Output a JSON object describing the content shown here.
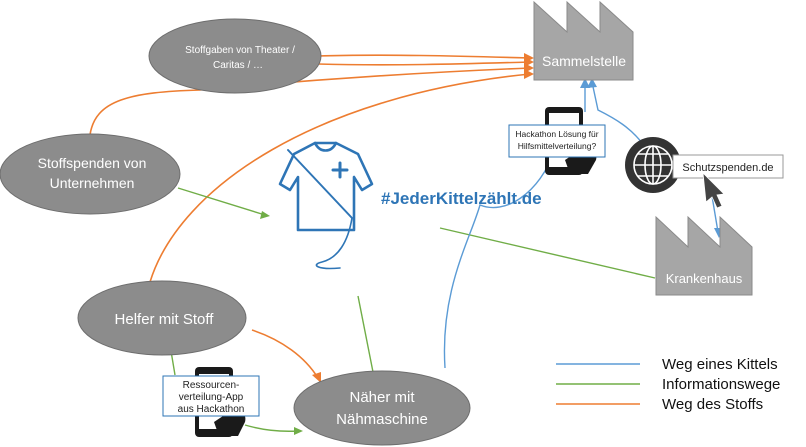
{
  "nodes": {
    "stoffgaben": {
      "line1": "Stoffgaben von Theater /",
      "line2": "Caritas / …"
    },
    "stoffspenden": {
      "line1": "Stoffspenden  von",
      "line2": "Unternehmen"
    },
    "helfer": {
      "label": "Helfer mit Stoff"
    },
    "naeher": {
      "line1": "Näher mit",
      "line2": "Nähmaschine"
    },
    "sammelstelle": {
      "label": "Sammelstelle"
    },
    "krankenhaus": {
      "label": "Krankenhaus"
    }
  },
  "hashtag": "#JederKittelzählt.de",
  "callouts": {
    "hackathon": {
      "line1": "Hackathon Lösung für",
      "line2": "Hilfsmittelverteilung?"
    },
    "website": {
      "label": "Schutzspenden.de"
    },
    "app": {
      "line1": "Ressourcen-",
      "line2": "verteilung-App",
      "line3": "aus Hackathon"
    }
  },
  "legend": [
    {
      "label": "Weg eines Kittels",
      "color": "#5b9bd5"
    },
    {
      "label": "Informationswege",
      "color": "#70ad47"
    },
    {
      "label": "Weg des Stoffs",
      "color": "#ed7d31"
    }
  ],
  "colors": {
    "node_fill": "#8c8c8c",
    "node_stroke": "#6e6e6e",
    "factory_fill": "#a6a6a6",
    "kittel": "#2e75b6"
  }
}
